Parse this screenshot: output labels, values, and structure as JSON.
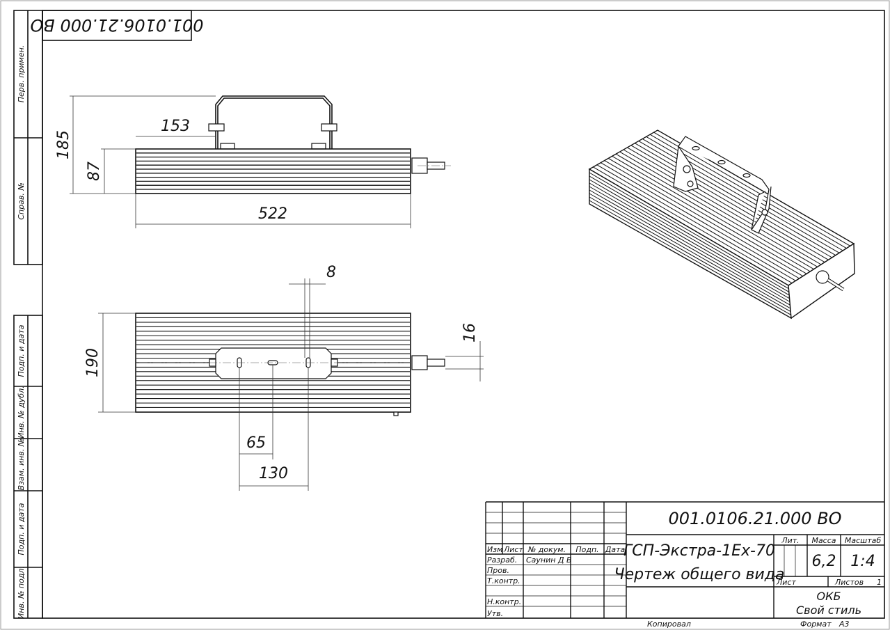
{
  "drawing": {
    "doc_number": "001.0106.21.000 ВО",
    "stamp_rotated": "001.0106.21.000 ВО",
    "side_strip": [
      "Перв. примен.",
      "Справ. №",
      "Подп. и дата",
      "Инв. № дубл.",
      "Взам. инв. №",
      "Подп. и дата",
      "Инв. № подл."
    ],
    "dimensions": {
      "front_total_height": "185",
      "front_body_height": "87",
      "bracket_offset": "153",
      "length": "522",
      "slot_width": "8",
      "width": "190",
      "gland_offset": "16",
      "hole_half_spacing": "65",
      "hole_spacing": "130"
    }
  },
  "title_block": {
    "header": {
      "izm": "Изм",
      "list": "Лист",
      "doc_no": "№ докум.",
      "sign": "Подп.",
      "date": "Дата"
    },
    "roles": [
      "Разраб.",
      "Пров.",
      "Т.контр.",
      "",
      "Н.контр.",
      "Утв."
    ],
    "developer": "Саунин Д В",
    "product_name": "ГСП-Экстра-1Ex-70",
    "doc_title": "Чертеж общего вида",
    "lit_label": "Лит.",
    "mass_label": "Масса",
    "scale_label": "Масштаб",
    "mass": "6,2",
    "scale": "1:4",
    "sheet_label": "Лист",
    "sheets_label": "Листов",
    "sheets": "1",
    "org_line1": "ОКБ",
    "org_line2": "Свой стиль",
    "copied": "Копировал",
    "format_label": "Формат",
    "format": "А3"
  }
}
